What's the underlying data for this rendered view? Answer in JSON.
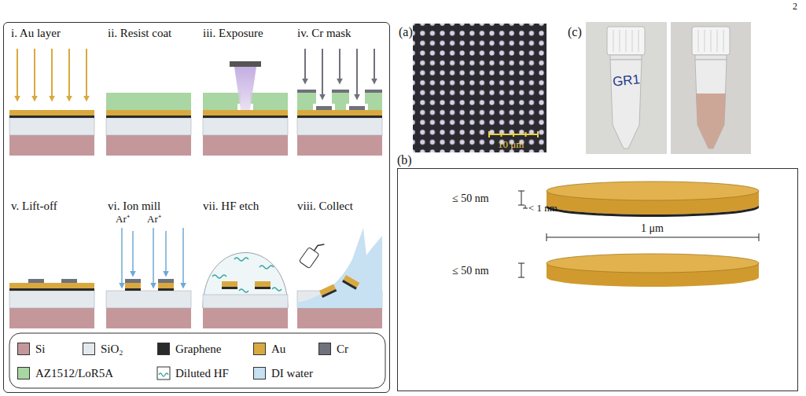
{
  "diagram": {
    "nodes": [
      {
        "text": [
          "i. Au layer",
          "ii. Resist coat",
          "iii. Exposure",
          "iv. Cr mask",
          "v. Lift-off",
          "vi. Ion mill",
          "vii. HF etch",
          "viii. Collect"
        ]
      },
      {
        "text": [
          "(b)",
          "≤ 50 nm",
          "< 1 nm",
          "1 μm",
          "≤ 50 nm"
        ]
      }
    ],
    "labels": [
      "2",
      "Ar⁺",
      "Ar⁺",
      "(a)",
      "10 μm",
      "(c)",
      "GR1"
    ],
    "legend": [
      {
        "text": "Si",
        "color": "#c4979b"
      },
      {
        "text": "SiO₂",
        "color": "#e4e9ee"
      },
      {
        "text": "Graphene",
        "color": "#2a2a2a"
      },
      {
        "text": "Au",
        "color": "#d9a93f"
      },
      {
        "text": "Cr",
        "color": "#6f717c"
      },
      {
        "text": "AZ1512/LoR5A",
        "color": "#a9d6a2"
      },
      {
        "text": "Diluted HF"
      },
      {
        "text": "DI water",
        "color": "#c7e0f2"
      }
    ]
  }
}
